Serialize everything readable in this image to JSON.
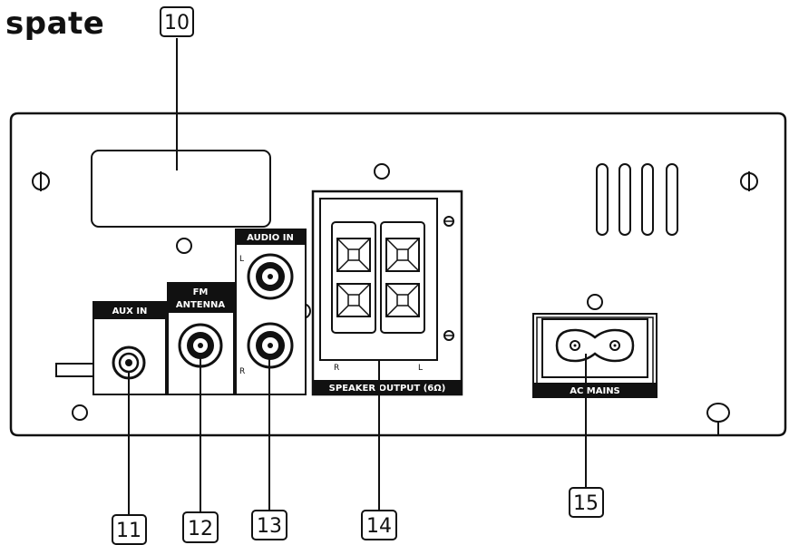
{
  "heading": "spate",
  "labels": {
    "aux_in": "AUX IN",
    "fm_antenna_line1": "FM",
    "fm_antenna_line2": "ANTENNA",
    "audio_in": "AUDIO IN",
    "audio_l": "L",
    "audio_r": "R",
    "speaker_r": "R",
    "speaker_l": "L",
    "speaker_output": "SPEAKER OUTPUT (6Ω)",
    "ac_mains": "AC MAINS"
  },
  "callouts": [
    "10",
    "11",
    "12",
    "13",
    "14",
    "15"
  ]
}
